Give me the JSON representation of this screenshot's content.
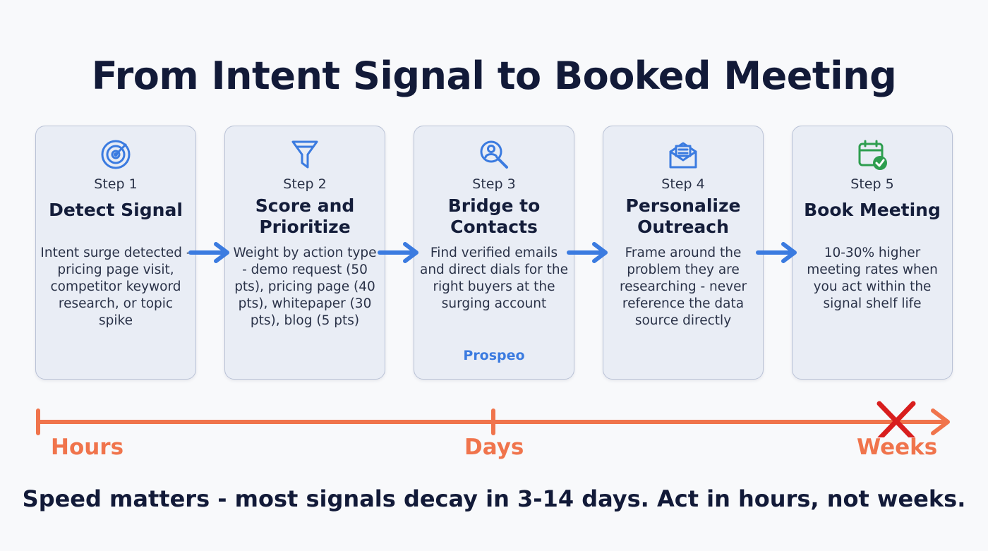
{
  "title": "From Intent Signal to Booked Meeting",
  "steps": [
    {
      "step": "Step 1",
      "title": "Detect Signal",
      "description": "Intent surge detected - pricing page visit, competitor keyword research, or topic spike",
      "icon": "radar-target-icon"
    },
    {
      "step": "Step 2",
      "title": "Score and Prioritize",
      "description": "Weight by action type - demo request (50 pts), pricing page (40 pts), whitepaper (30 pts), blog (5 pts)",
      "icon": "funnel-icon"
    },
    {
      "step": "Step 3",
      "title": "Bridge to Contacts",
      "description": "Find verified emails and direct dials for the right buyers at the surging account",
      "brand": "Prospeo",
      "icon": "person-search-icon"
    },
    {
      "step": "Step 4",
      "title": "Personalize Outreach",
      "description": "Frame around the problem they are researching - never reference the data source directly",
      "icon": "envelope-icon"
    },
    {
      "step": "Step 5",
      "title": "Book Meeting",
      "description": "10-30% higher meeting rates when you act within the signal shelf life",
      "icon": "calendar-check-icon"
    }
  ],
  "timeline": {
    "labels": [
      "Hours",
      "Days",
      "Weeks"
    ],
    "weeks_marker": "x-mark-icon"
  },
  "footer": "Speed matters - most signals decay in 3-14 days. Act in hours, not weeks.",
  "colors": {
    "accent_blue": "#3b7be0",
    "timeline_orange": "#f0744c",
    "cross_red": "#d81e1e",
    "calendar_green": "#2e9e4f",
    "card_bg": "#e9edf5",
    "title_navy": "#121a38"
  }
}
